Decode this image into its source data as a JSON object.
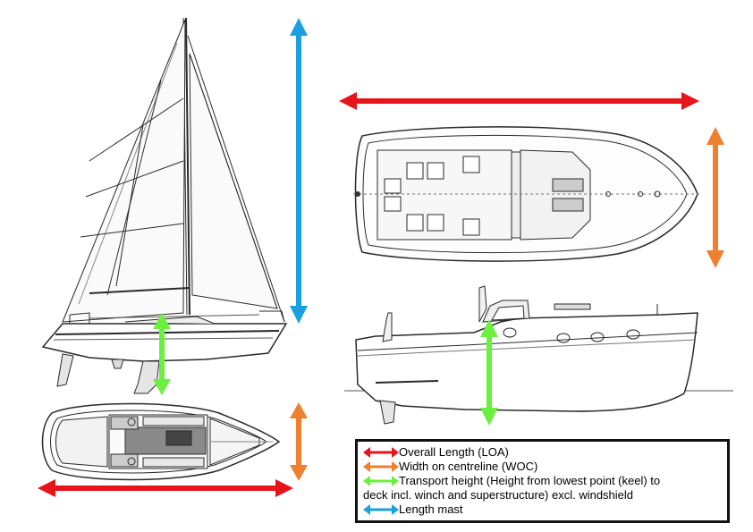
{
  "colors": {
    "loa": "#e8141c",
    "woc": "#ee8030",
    "height": "#6cf040",
    "mast": "#1aa0e0",
    "line": "#2a2a2a"
  },
  "legend": {
    "items": [
      {
        "key": "loa",
        "label": "Overall Length (LOA)"
      },
      {
        "key": "woc",
        "label": "Width on centreline (WOC)"
      },
      {
        "key": "height",
        "label": "Transport height (Height from lowest point (keel) to",
        "label_cont": "deck incl. winch and superstructure) excl. windshield"
      },
      {
        "key": "mast",
        "label": "Length mast"
      }
    ]
  }
}
